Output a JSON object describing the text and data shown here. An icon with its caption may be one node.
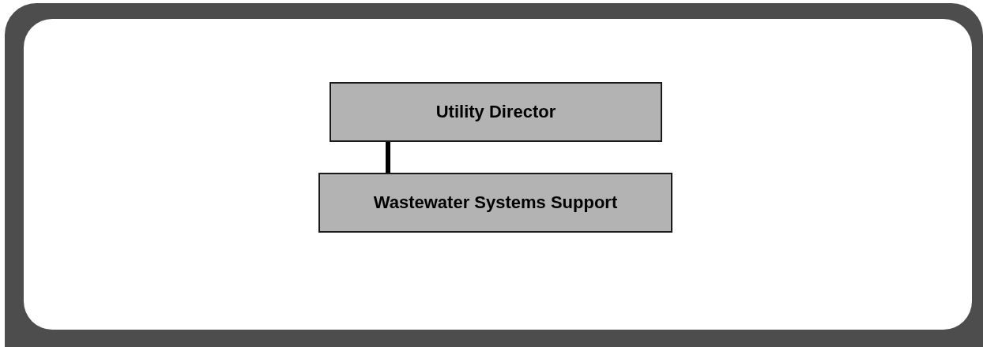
{
  "diagram": {
    "nodes": [
      {
        "text": [
          "Utility Director"
        ]
      },
      {
        "text": [
          "Wastewater Systems Support"
        ]
      }
    ],
    "edges": [
      {
        "from": 0,
        "to": 1,
        "arrow": "none"
      }
    ]
  }
}
